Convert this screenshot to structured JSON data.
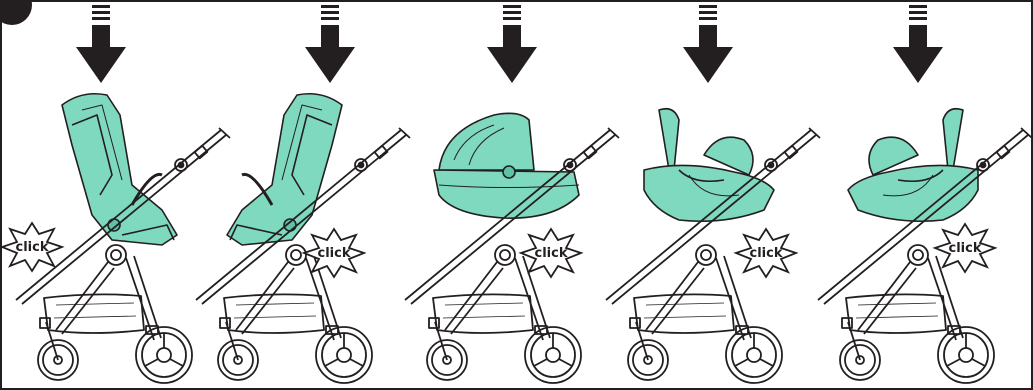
{
  "figure": {
    "step_marker": "",
    "panels": [
      {
        "id": "seat-forward",
        "attachment": "seat unit facing forward",
        "click_label": "click",
        "click_side": "left"
      },
      {
        "id": "seat-rear",
        "attachment": "seat unit facing rear",
        "click_label": "click",
        "click_side": "right"
      },
      {
        "id": "carrycot",
        "attachment": "carrycot",
        "click_label": "click",
        "click_side": "right"
      },
      {
        "id": "carseat-rear",
        "attachment": "car seat facing rear",
        "click_label": "click",
        "click_side": "right"
      },
      {
        "id": "carseat-forward",
        "attachment": "car seat facing forward",
        "click_label": "click",
        "click_side": "right"
      }
    ],
    "colors": {
      "line": "#231f20",
      "fabric": "#7fd9bf",
      "fabric_dark": "#5cc3a6",
      "background": "#ffffff"
    }
  }
}
